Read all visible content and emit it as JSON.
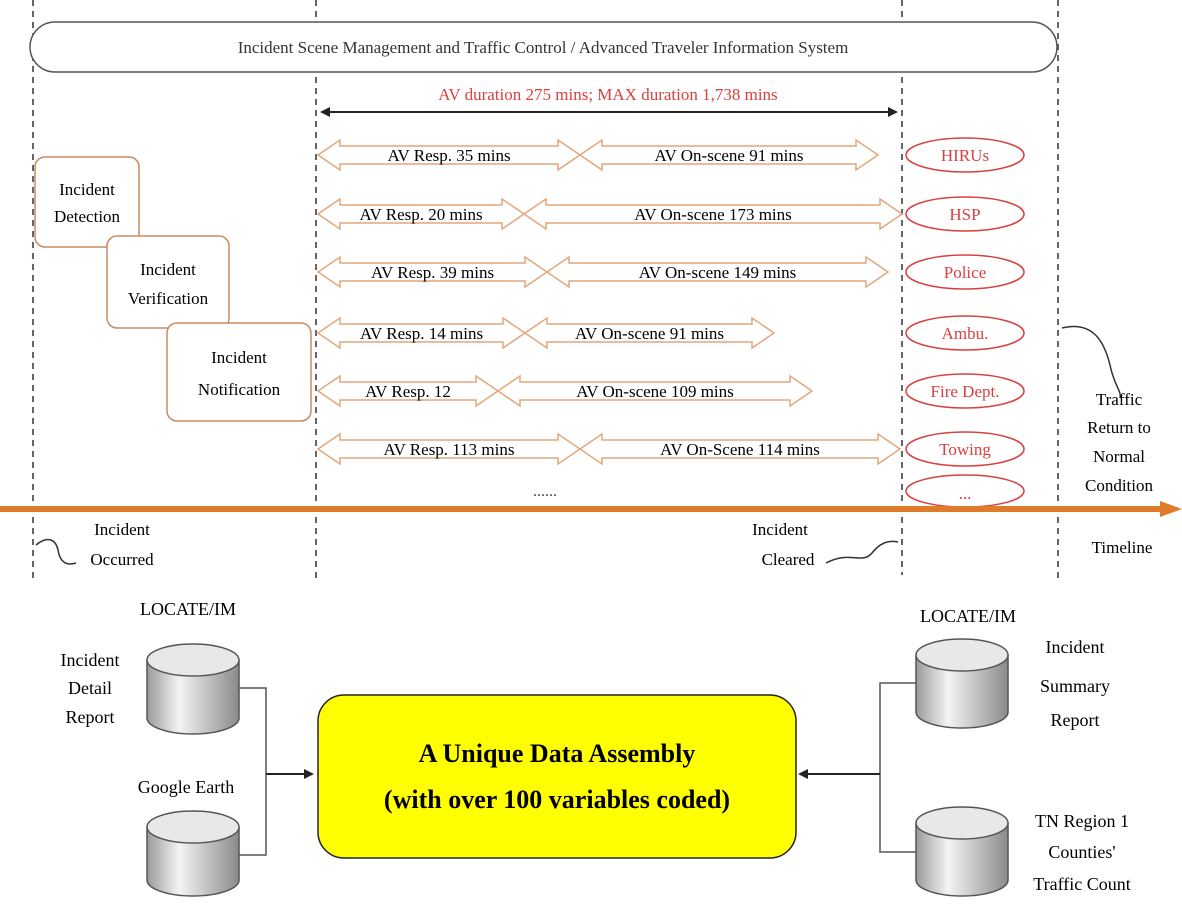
{
  "banner": "Incident Scene Management and Traffic Control / Advanced Traveler Information System",
  "duration_text": "AV duration 275 mins; MAX duration 1,738 mins",
  "phases": [
    {
      "line1": "Incident",
      "line2": "Detection"
    },
    {
      "line1": "Incident",
      "line2": "Verification"
    },
    {
      "line1": "Incident",
      "line2": "Notification"
    }
  ],
  "responders": [
    {
      "agency": "HIRUs",
      "resp": "AV Resp. 35 mins",
      "onscene": "AV On-scene 91 mins"
    },
    {
      "agency": "HSP",
      "resp": "AV Resp. 20 mins",
      "onscene": "AV On-scene 173 mins"
    },
    {
      "agency": "Police",
      "resp": "AV Resp. 39 mins",
      "onscene": "AV On-scene 149 mins"
    },
    {
      "agency": "Ambu.",
      "resp": "AV Resp. 14 mins",
      "onscene": "AV On-scene 91 mins"
    },
    {
      "agency": "Fire Dept.",
      "resp": "AV Resp. 12",
      "onscene": "AV On-scene 109 mins"
    },
    {
      "agency": "Towing",
      "resp": "AV Resp. 113 mins",
      "onscene": "AV On-Scene 114 mins"
    }
  ],
  "more_responders": "......",
  "more_agencies": "...",
  "timeline_events": {
    "occurred": [
      "Incident",
      "Occurred"
    ],
    "cleared": [
      "Incident",
      "Cleared"
    ],
    "normal": [
      "Traffic",
      "Return to",
      "Normal",
      "Condition"
    ],
    "timeline": "Timeline"
  },
  "sources": {
    "locate_left": "LOCATE/IM",
    "detail_report": [
      "Incident",
      "Detail",
      "Report"
    ],
    "google_earth": "Google Earth",
    "locate_right": "LOCATE/IM",
    "summary_report": [
      "Incident",
      "Summary",
      "Report"
    ],
    "traffic_count": [
      "TN Region 1",
      "Counties'",
      "Traffic Count"
    ]
  },
  "assembly": {
    "line1": "A Unique Data Assembly",
    "line2": "(with over 100 variables coded)"
  },
  "colors": {
    "timeline": "#e07b2a",
    "agency": "#d94040",
    "arrow_fill": "#ffffff",
    "arrow_stroke": "#e3a67a",
    "phase_box": "#c98a60",
    "assembly_fill": "#ffff00"
  }
}
